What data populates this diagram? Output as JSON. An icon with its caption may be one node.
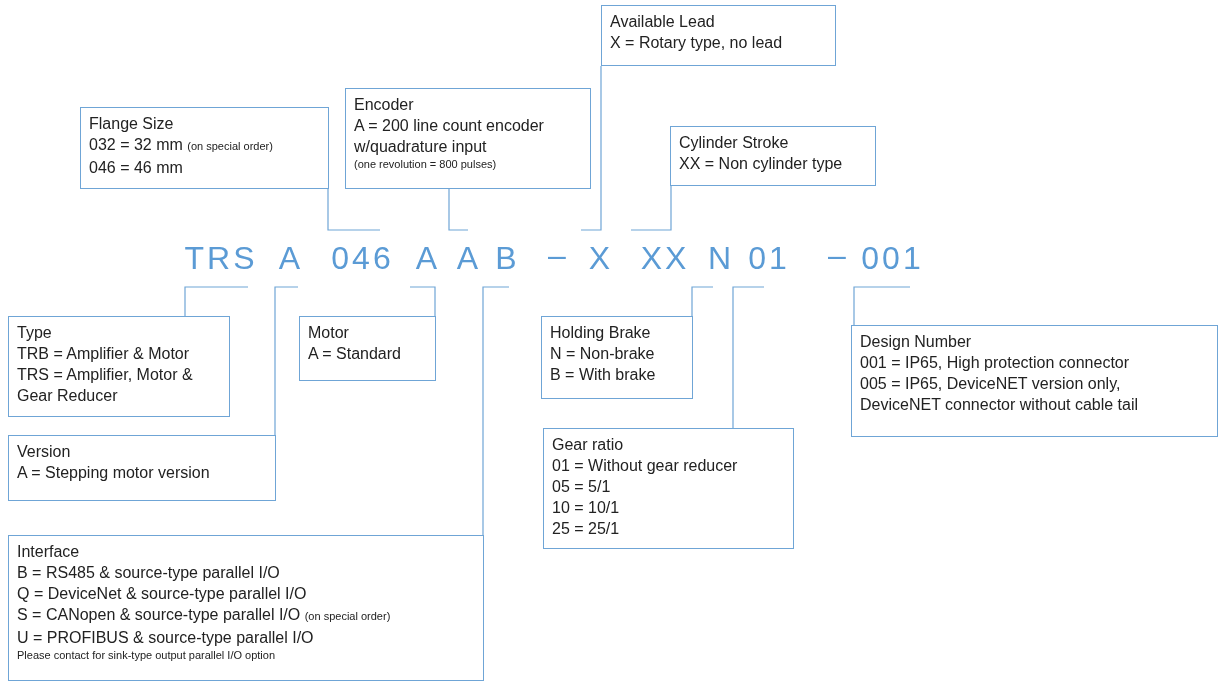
{
  "diagram": {
    "nodes": [
      {
        "text": [
          "Flange Size",
          "032 = 32 mm",
          "(on special order)",
          "046 = 46 mm"
        ]
      },
      {
        "text": [
          "Encoder",
          "A = 200 line count encoder w/quadrature input",
          "(one revolution = 800 pulses)"
        ]
      },
      {
        "text": [
          "Available Lead",
          "X = Rotary type, no lead"
        ]
      },
      {
        "text": [
          "Cylinder Stroke",
          "XX = Non cylinder type"
        ]
      },
      {
        "text": [
          "Type",
          "TRB = Amplifier & Motor",
          "TRS = Amplifier, Motor & Gear Reducer"
        ]
      },
      {
        "text": [
          "Version",
          "A = Stepping motor version"
        ]
      },
      {
        "text": [
          "Motor",
          "A = Standard"
        ]
      },
      {
        "text": [
          "Holding Brake",
          "N = Non-brake",
          "B = With brake"
        ]
      },
      {
        "text": [
          "Gear ratio",
          "01 = Without gear reducer",
          "05 = 5/1",
          "10 = 10/1",
          "25 = 25/1"
        ]
      },
      {
        "text": [
          "Design Number",
          "001 = IP65, High protection connector",
          "005 = IP65, DeviceNET version only, DeviceNET connector without cable tail"
        ]
      },
      {
        "text": [
          "Interface",
          "B = RS485 & source-type parallel I/O",
          "Q = DeviceNet & source-type parallel I/O",
          "S = CANopen & source-type parallel I/O",
          "(on special order)",
          "U = PROFIBUS & source-type parallel I/O",
          "Please contact for sink-type output parallel I/O option"
        ]
      },
      {
        "text": [
          "TRS"
        ]
      },
      {
        "text": [
          "A"
        ]
      },
      {
        "text": [
          "046"
        ]
      },
      {
        "text": [
          "A"
        ]
      },
      {
        "text": [
          "A"
        ]
      },
      {
        "text": [
          "B"
        ]
      },
      {
        "text": [
          "X"
        ]
      },
      {
        "text": [
          "XX"
        ]
      },
      {
        "text": [
          "N"
        ]
      },
      {
        "text": [
          "01"
        ]
      },
      {
        "text": [
          "001"
        ]
      }
    ],
    "edges": [
      {
        "from": 0,
        "to": 13,
        "arrow": "none"
      },
      {
        "from": 1,
        "to": 15,
        "arrow": "none"
      },
      {
        "from": 2,
        "to": 17,
        "arrow": "none"
      },
      {
        "from": 3,
        "to": 18,
        "arrow": "none"
      },
      {
        "from": 4,
        "to": 11,
        "arrow": "none"
      },
      {
        "from": 5,
        "to": 12,
        "arrow": "none"
      },
      {
        "from": 6,
        "to": 14,
        "arrow": "none"
      },
      {
        "from": 10,
        "to": 16,
        "arrow": "none"
      },
      {
        "from": 7,
        "to": 19,
        "arrow": "none"
      },
      {
        "from": 8,
        "to": 20,
        "arrow": "none"
      },
      {
        "from": 9,
        "to": 21,
        "arrow": "none"
      }
    ],
    "labels": [
      "–",
      "–"
    ]
  }
}
